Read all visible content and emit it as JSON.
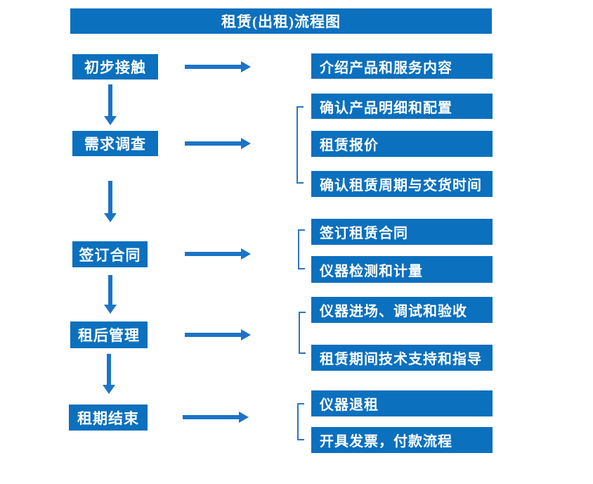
{
  "title": "租赁(出租)流程图",
  "colors": {
    "box_blue": "#0b70be",
    "arrow_blue": "#1b74c8",
    "bracket_blue": "#2e75b6",
    "text_white": "#ffffff"
  },
  "steps": [
    {
      "label": "初步接触",
      "details": [
        "介绍产品和服务内容"
      ]
    },
    {
      "label": "需求调查",
      "details": [
        "确认产品明细和配置",
        "租赁报价",
        "确认租赁周期与交货时间"
      ]
    },
    {
      "label": "签订合同",
      "details": [
        "签订租赁合同",
        "仪器检测和计量"
      ]
    },
    {
      "label": "租后管理",
      "details": [
        "仪器进场、调试和验收",
        "租赁期间技术支持和指导"
      ]
    },
    {
      "label": "租期结束",
      "details": [
        "仪器退租",
        "开具发票，付款流程"
      ]
    }
  ]
}
